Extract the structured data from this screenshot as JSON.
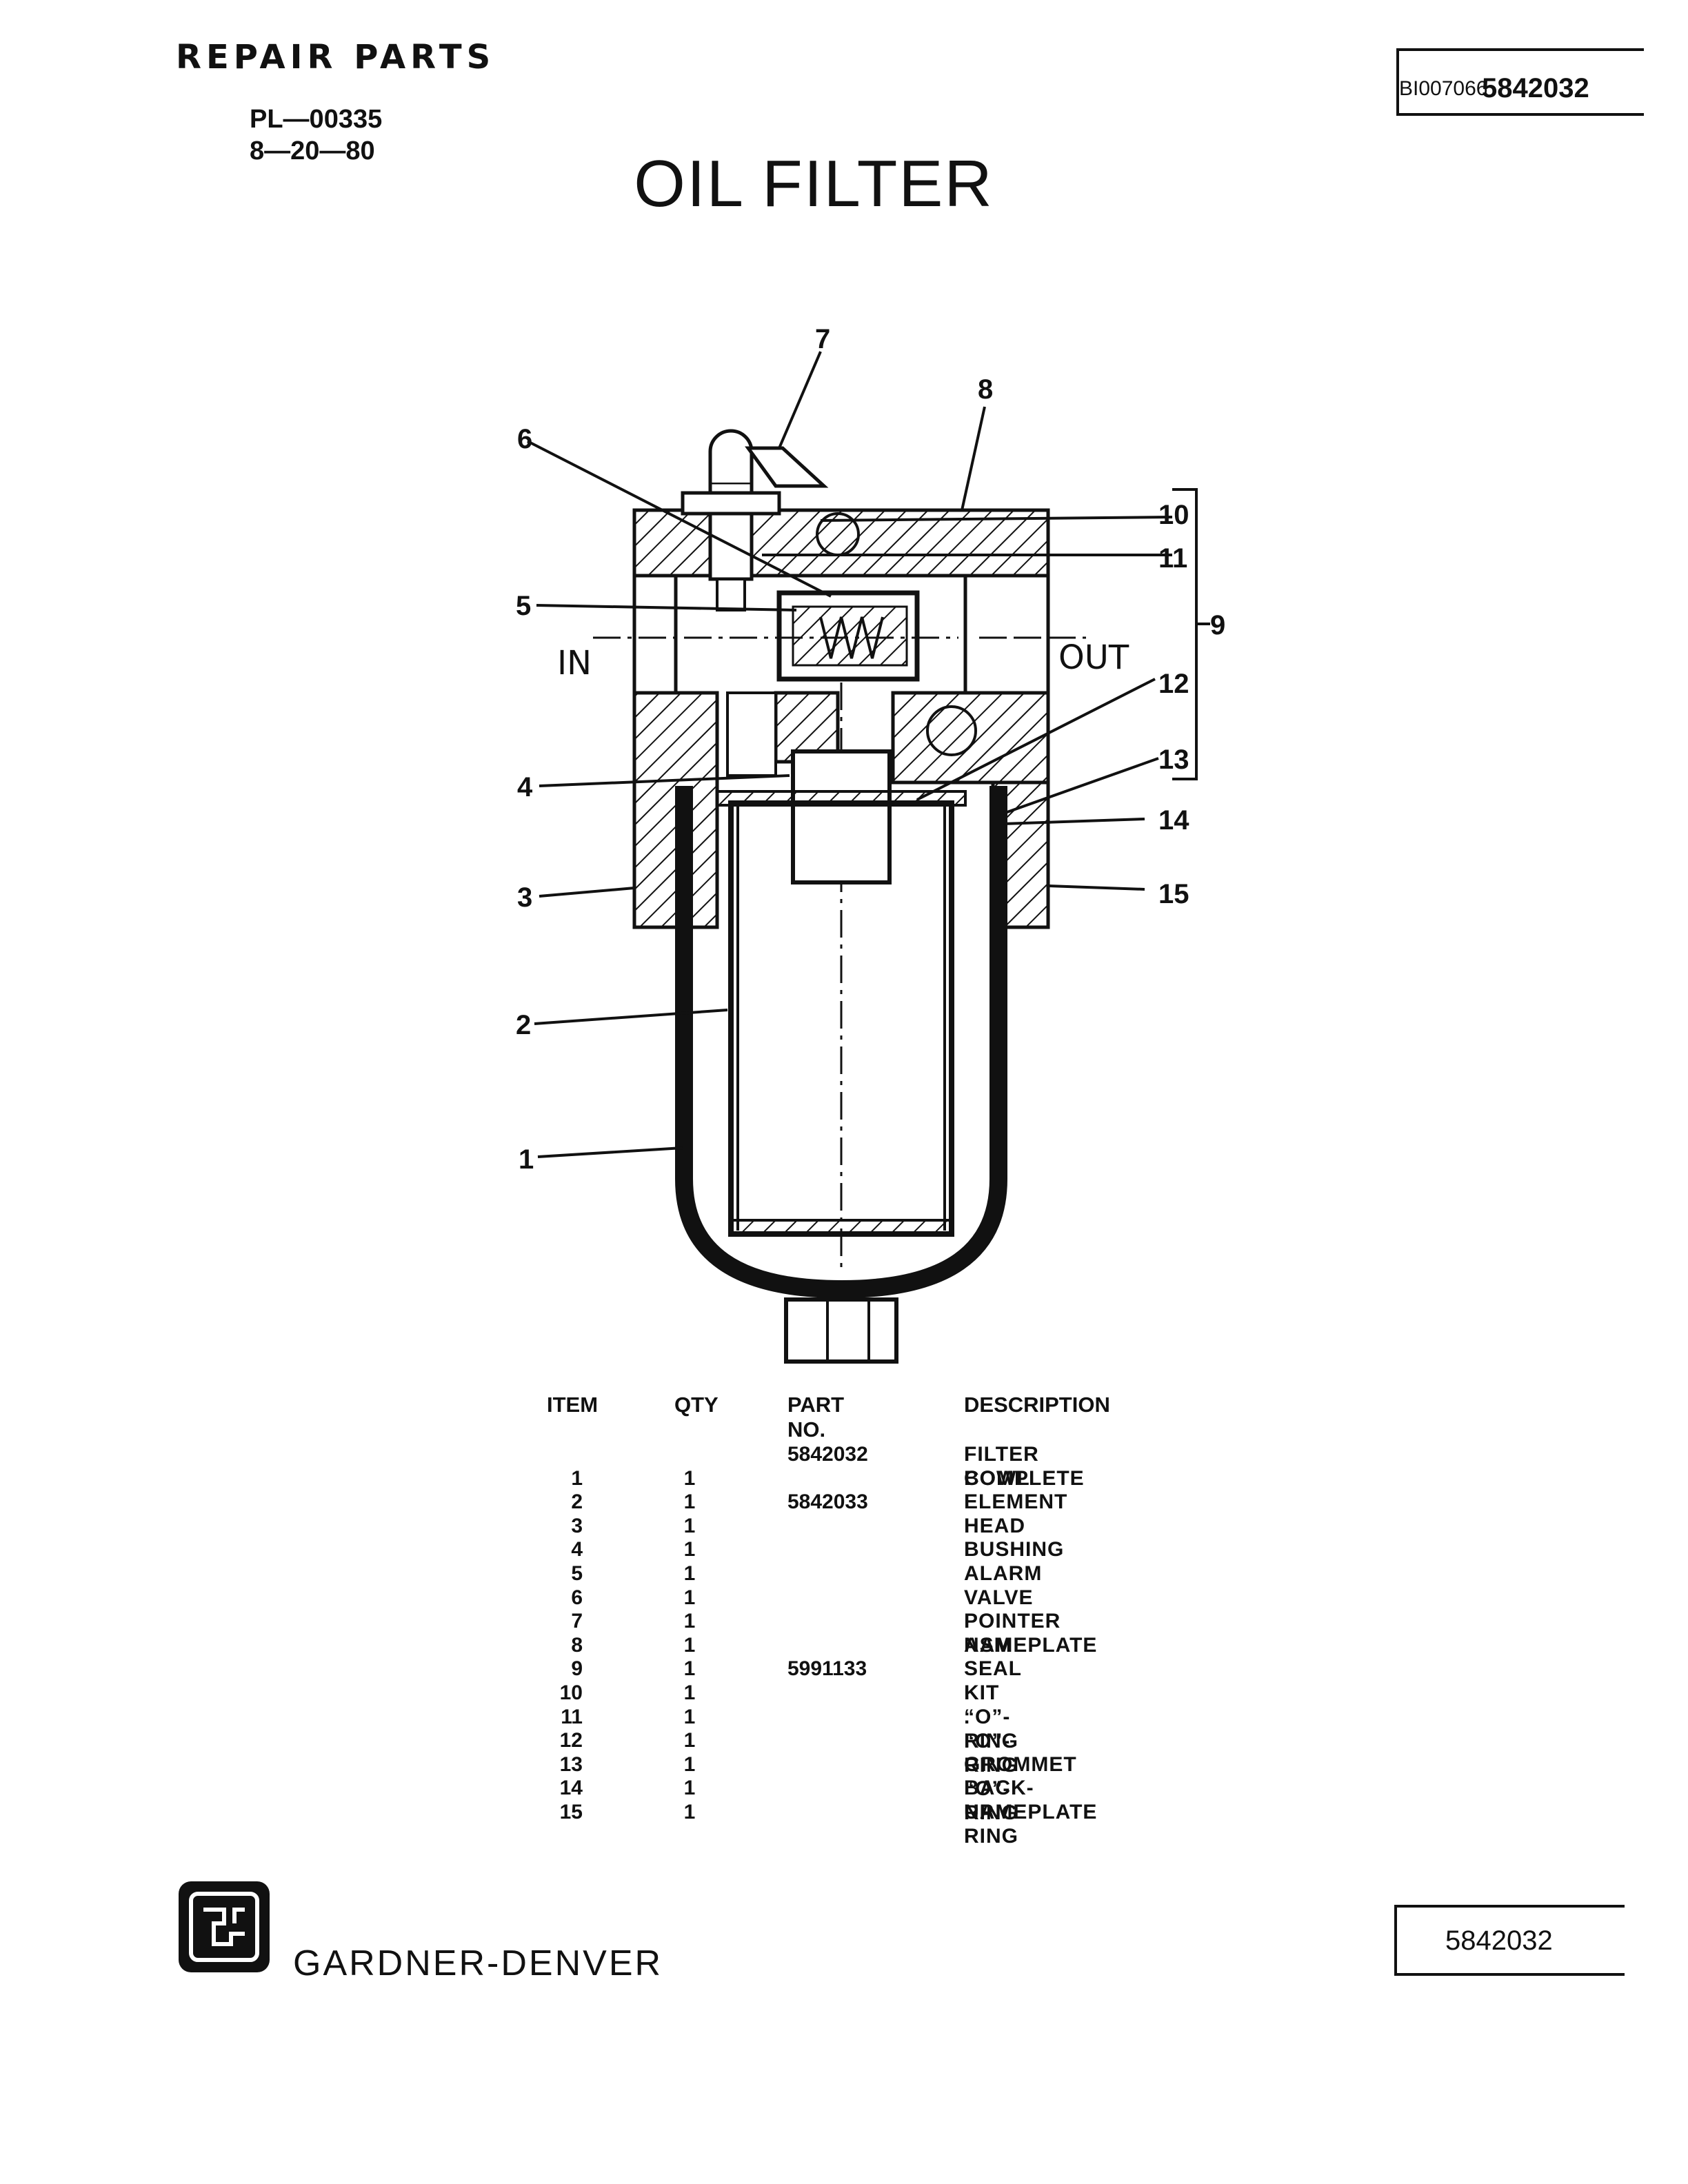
{
  "header": {
    "repair_parts": "REPAIR PARTS",
    "pl_number": "PL—00335",
    "date": "8—20—80",
    "title": "OIL FILTER",
    "doc_id": "BI007066",
    "part_number_top": "5842032"
  },
  "diagram": {
    "labels": [
      "1",
      "2",
      "3",
      "4",
      "5",
      "6",
      "7",
      "8",
      "9",
      "10",
      "11",
      "12",
      "13",
      "14",
      "15"
    ],
    "in_label": "IN",
    "out_label": "OUT"
  },
  "table": {
    "headers": {
      "item": "ITEM",
      "qty": "QTY",
      "part": "PART NO.",
      "desc": "DESCRIPTION"
    },
    "rows": [
      {
        "item": "",
        "qty": "",
        "part": "5842032",
        "desc": "FILTER COMPLETE"
      },
      {
        "item": "1",
        "qty": "1",
        "part": "",
        "desc": "BOWL"
      },
      {
        "item": "2",
        "qty": "1",
        "part": "5842033",
        "desc": "ELEMENT"
      },
      {
        "item": "3",
        "qty": "1",
        "part": "",
        "desc": "HEAD"
      },
      {
        "item": "4",
        "qty": "1",
        "part": "",
        "desc": "BUSHING"
      },
      {
        "item": "5",
        "qty": "1",
        "part": "",
        "desc": "ALARM"
      },
      {
        "item": "6",
        "qty": "1",
        "part": "",
        "desc": "VALVE"
      },
      {
        "item": "7",
        "qty": "1",
        "part": "",
        "desc": "POINTER ASM"
      },
      {
        "item": "8",
        "qty": "1",
        "part": "",
        "desc": "NAMEPLATE"
      },
      {
        "item": "9",
        "qty": "1",
        "part": "5991133",
        "desc": "SEAL KIT"
      },
      {
        "item": "10",
        "qty": "1",
        "part": "",
        "desc": ". “O”-RING"
      },
      {
        "item": "11",
        "qty": "1",
        "part": "",
        "desc": ". “O”-RING"
      },
      {
        "item": "12",
        "qty": "1",
        "part": "",
        "desc": ". GROMMET"
      },
      {
        "item": "13",
        "qty": "1",
        "part": "",
        "desc": ". “O”-RING"
      },
      {
        "item": "14",
        "qty": "1",
        "part": "",
        "desc": "BACK-UP RING"
      },
      {
        "item": "15",
        "qty": "1",
        "part": "",
        "desc": "NAMEPLATE"
      }
    ]
  },
  "footer": {
    "brand": "GARDNER-DENVER",
    "part_number_bottom": "5842032"
  }
}
